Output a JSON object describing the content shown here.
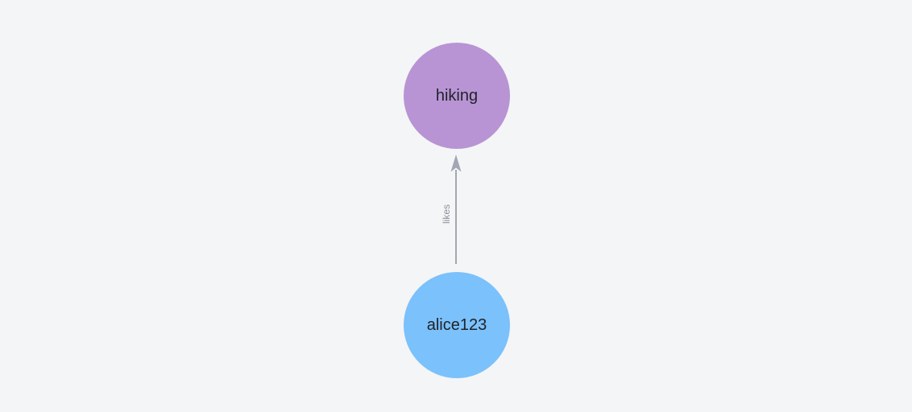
{
  "canvas": {
    "background": "#f4f5f6"
  },
  "graph": {
    "type": "directed-graph",
    "nodes": [
      {
        "id": "hiking",
        "label": "hiking",
        "color": "#b894d4",
        "text_color": "#20242a"
      },
      {
        "id": "alice123",
        "label": "alice123",
        "color": "#7bc1fb",
        "text_color": "#20242a"
      }
    ],
    "edges": [
      {
        "from": "alice123",
        "to": "hiking",
        "label": "likes",
        "directed": true,
        "color": "#a3a7b2",
        "label_color": "#8c919b"
      }
    ]
  }
}
